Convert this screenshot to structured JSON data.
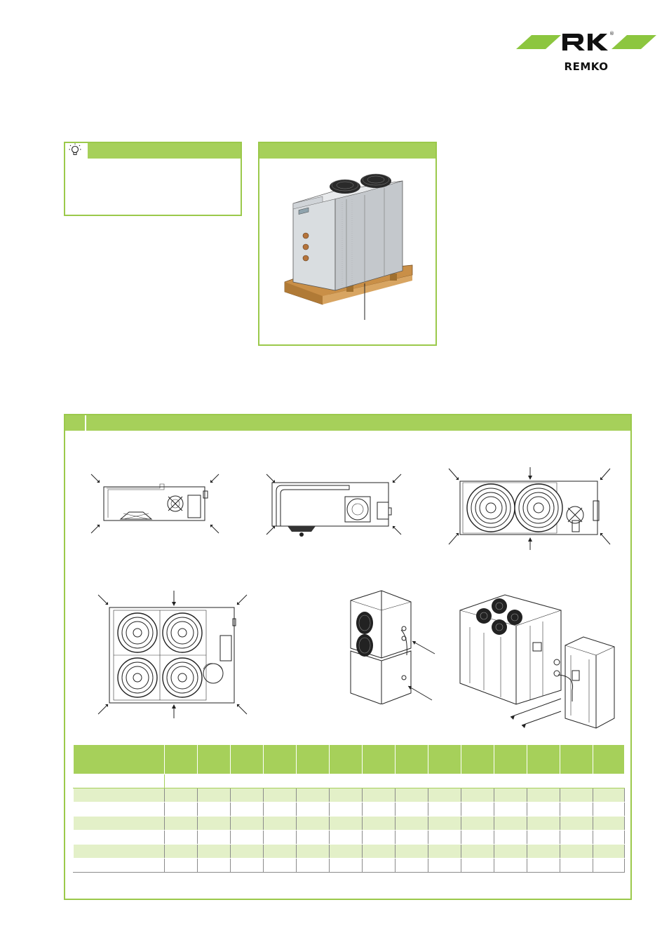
{
  "brand": {
    "logo_text": "REMKO",
    "registered_mark": "®",
    "accent_color": "#a6d05a",
    "light_row_color": "#e3f0c8"
  },
  "tip_box": {
    "icon": "lightbulb-icon"
  },
  "pallet_figure": {
    "icon": "chiller-on-pallet-illustration"
  },
  "dimension_figures": [
    "side-view-small-unit",
    "side-view-medium-unit",
    "top-view-two-fan-unit",
    "top-view-four-fan-unit",
    "iso-view-unit-with-buffer",
    "iso-view-large-unit-with-tank"
  ],
  "spec_table": {
    "columns": 15,
    "body_rows": 6
  }
}
